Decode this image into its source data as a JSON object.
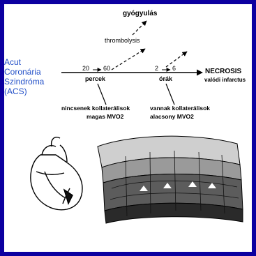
{
  "colors": {
    "frame": "#0c00a0",
    "panel": "#ffffff",
    "acs_text": "#2350c8",
    "ink": "#000000"
  },
  "acs_label": {
    "line1": "Acut",
    "line2": "Coronária",
    "line3": "Szindróma",
    "line4": "(ACS)"
  },
  "outcomes": {
    "healing": "gyógyulás",
    "therapy": "thrombolysis",
    "end": "NECROSIS",
    "end_sub": "valódi infarctus"
  },
  "window1": {
    "range_from": "20",
    "range_to": "60",
    "unit": "percek"
  },
  "window2": {
    "range_from": "2",
    "range_to": "6",
    "unit": "órák"
  },
  "collateral1": {
    "line1": "nincsenek kollaterálisok",
    "line2": "magas MVO2"
  },
  "collateral2": {
    "line1": "vannak kollaterálisok",
    "line2": "alacsony MVO2"
  },
  "illustrations": {
    "heart": "heart-icon",
    "wall": "myocardial-wall-illustration"
  }
}
